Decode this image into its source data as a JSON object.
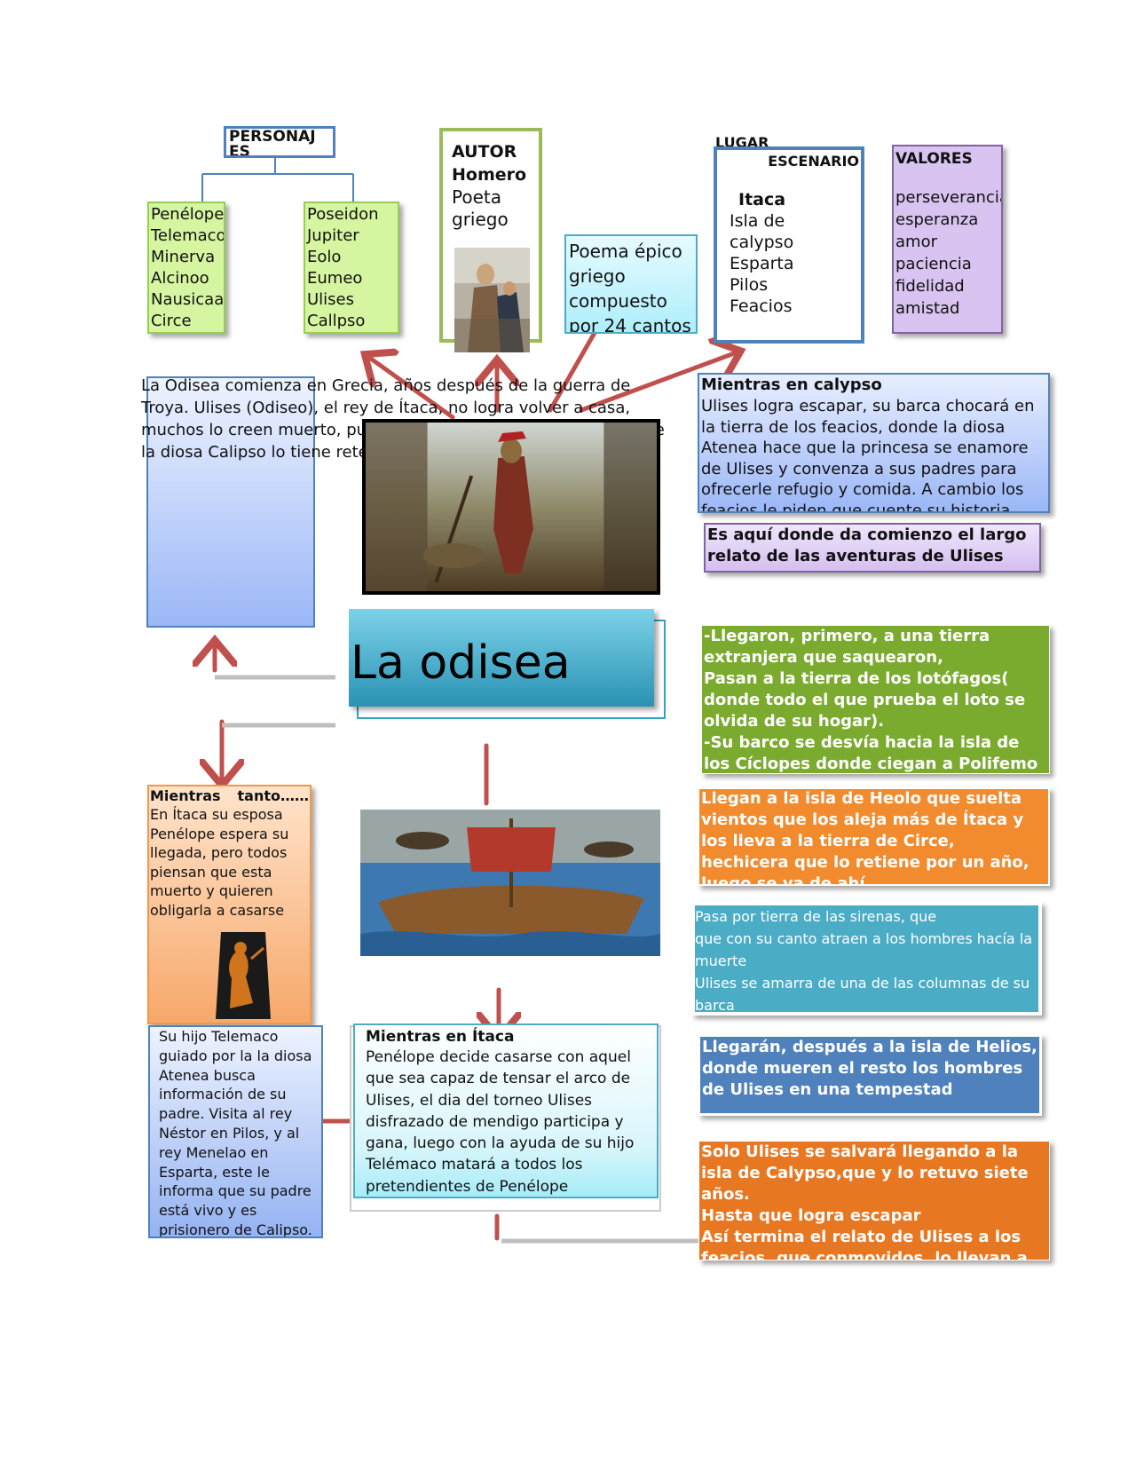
{
  "central": {
    "title": "La odisea"
  },
  "personajes": {
    "label": "PERSONAJ\nES",
    "left_list": [
      "Penélope",
      "Telemaco",
      "Minerva",
      "Alcinoo",
      "Nausicaa",
      "Circe"
    ],
    "right_list": [
      "Poseidon",
      "Jupiter Eolo",
      "Eumeo",
      "Ulises",
      "Callpso"
    ]
  },
  "autor": {
    "label": "AUTOR",
    "name": "Homero",
    "description": "Poeta\ngriego"
  },
  "poema": {
    "text": "Poema épico griego compuesto por 24 cantos"
  },
  "lugar": {
    "label_top": "LUGAR",
    "label": "ESCENARIO",
    "items": [
      "Itaca",
      "Isla de\ncalypso",
      "Esparta",
      "Pilos",
      "Feacios"
    ]
  },
  "valores": {
    "label": "VALORES",
    "items": [
      "perseverancia",
      "esperanza",
      "amor",
      "paciencia",
      "fidelidad",
      "amistad"
    ]
  },
  "intro": {
    "text": "La Odisea comienza en Grecia, años después de la guerra de Troya. Ulises (Odiseo), el rey de Ítaca, no logra volver a casa, muchos lo creen muerto, pues han pasado años, lo cierto, es que la diosa Calipso lo tiene retenido"
  },
  "calypso": {
    "title": "Mientras en calypso",
    "text": "Ulises logra escapar, su barca chocará en la tierra de los feacios, donde la diosa Atenea hace que la princesa se enamore de Ulises y convenza a sus padres para ofrecerle refugio y comida. A cambio los feacios le piden que cuente su historia"
  },
  "comienzo": {
    "text": "Es aquí donde da comienzo el largo relato de las aventuras de Ulises"
  },
  "aventuras": [
    {
      "text": "-Llegaron, primero, a una tierra extranjera que saquearon,\nPasan a la tierra de los lotófagos( donde todo el que prueba el loto se olvida de su hogar).\n-Su barco se desvía hacia la isla de los Cíclopes donde ciegan a Polifemo para poder huir",
      "color": "#7aab2f"
    },
    {
      "text": "Llegan a la isla de Heolo que suelta vientos que los aleja más de Ítaca y los lleva a la tierra de Circe, hechicera que lo retiene por un año, luego se va de ahí",
      "color": "#f28a2e"
    },
    {
      "text": "Pasa por tierra de las sirenas, que\nque con su canto atraen a los hombres hacía la muerte\nUlises se amarra de una de las columnas de su barca",
      "color": "#4bacc6"
    },
    {
      "text": "Llegarán, después a la isla de Helios, donde mueren el resto los hombres de Ulises en una tempestad",
      "color": "#4f81bd"
    },
    {
      "text": "Solo Ulises se salvará llegando a la isla de Calypso,que y lo retuvo siete años.\nHasta que logra escapar\nAsí termina el relato de Ulises a los feacios, que conmovidos, lo llevan a Ítaca",
      "color": "#e87722"
    }
  ],
  "itaca_left": {
    "title": "Mientras tanto……",
    "text": "En Ítaca su esposa Penélope espera su llegada, pero todos piensan que esta muerto y quieren obligarla a casarse"
  },
  "telemaco": {
    "text": "Su hijo Telemaco guiado por la la diosa Atenea busca información de su padre. Visita al rey Néstor en Pilos, y al rey Menelao en Esparta, este le informa que su padre está vivo y es prisionero de Calipso."
  },
  "itaca_center": {
    "title": "Mientras en Ítaca",
    "text": "Penélope decide casarse con aquel que sea capaz de tensar el arco de Ulises, el dia del torneo Ulises disfrazado de mendigo participa y gana, luego con la ayuda de su hijo Telémaco matará a todos los pretendientes de Penélope"
  },
  "colors": {
    "green_box": "#d6f5a0",
    "green_border": "#92d050",
    "purple_box": "#d9c3f0",
    "arrow_red": "#c0504d",
    "title_teal": "#31a3c4",
    "blue_grad_top": "#dfe8ff",
    "blue_grad_bottom": "#9bb7f7"
  }
}
